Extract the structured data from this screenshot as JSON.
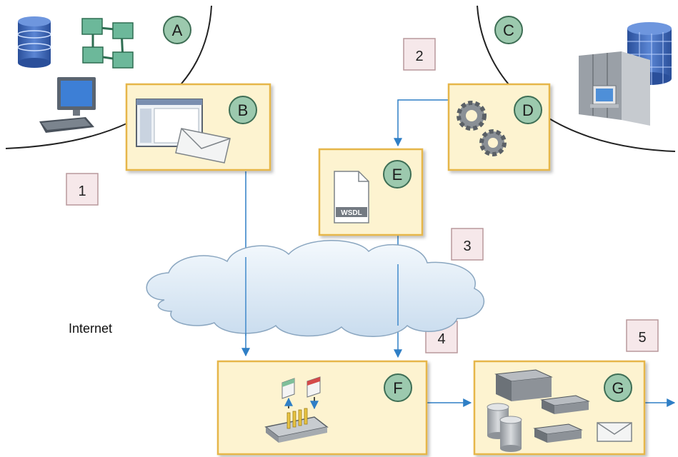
{
  "labels": {
    "A": "A",
    "B": "B",
    "C": "C",
    "D": "D",
    "E": "E",
    "F": "F",
    "G": "G"
  },
  "steps": {
    "s1": "1",
    "s2": "2",
    "s3": "3",
    "s4": "4",
    "s5": "5"
  },
  "network_label": "Internet",
  "wsdl_text": "WSDL",
  "colors": {
    "panel_fill": "#fdf3d0",
    "panel_border": "#e6b64a",
    "circle_fill": "#9cc9ae",
    "circle_border": "#3e6e55",
    "step_fill": "#f6e8ea",
    "step_border": "#b9999c",
    "arrow": "#2f7fc6",
    "cloud": "#e3eef8"
  }
}
